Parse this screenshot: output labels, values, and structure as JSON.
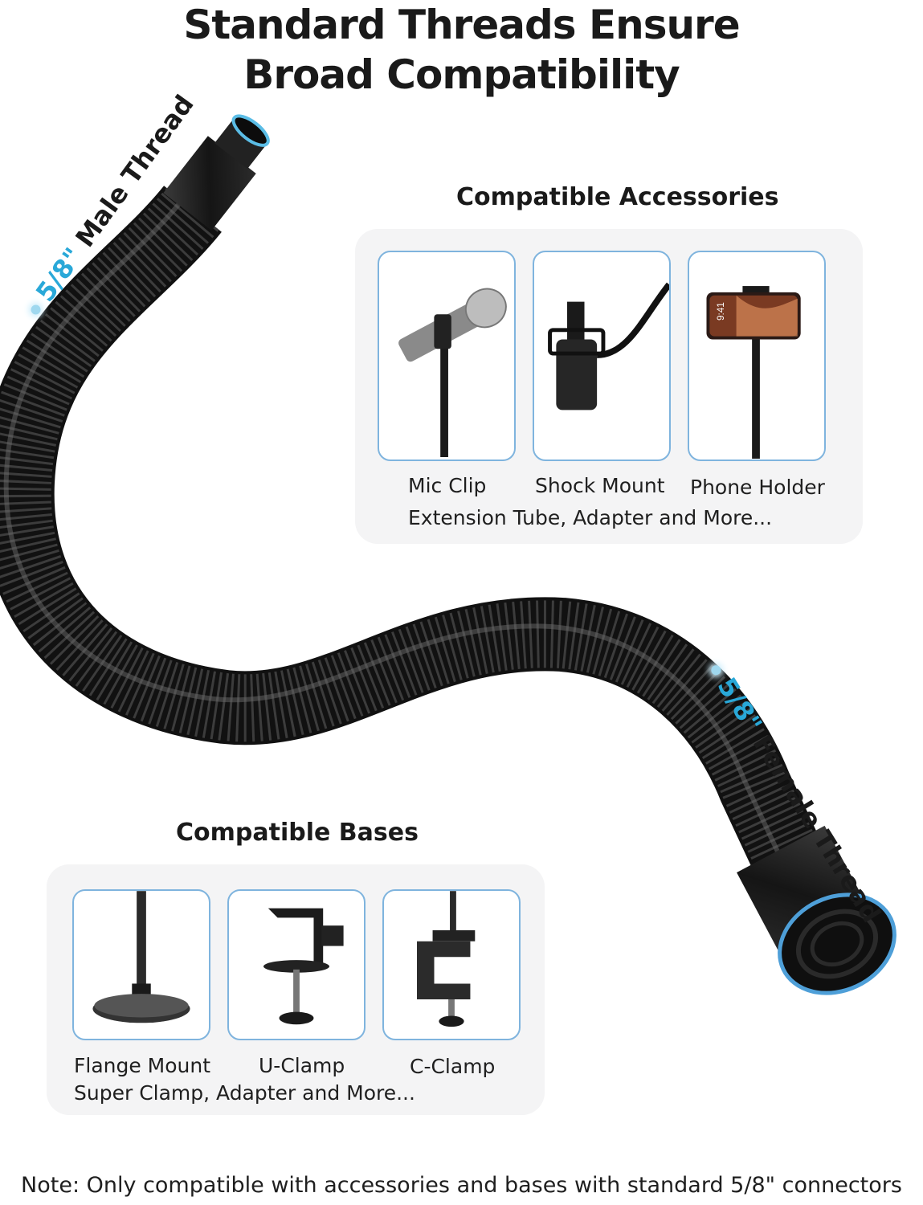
{
  "title": {
    "line1": "Standard Threads Ensure",
    "line2": "Broad Compatibility"
  },
  "male_thread": {
    "size": "5/8\"",
    "text": "Male Thread"
  },
  "female_thread": {
    "size": "5/8\"",
    "text": "Female Thread"
  },
  "accessories": {
    "heading": "Compatible Accessories",
    "items": [
      {
        "label": "Mic Clip",
        "icon": "mic-clip-icon"
      },
      {
        "label": "Shock Mount",
        "icon": "shock-mount-icon"
      },
      {
        "label": "Phone Holder",
        "icon": "phone-holder-icon"
      }
    ],
    "more": "Extension Tube, Adapter and More...",
    "phone_time": "9:41"
  },
  "bases": {
    "heading": "Compatible Bases",
    "items": [
      {
        "label": "Flange Mount",
        "icon": "flange-mount-icon"
      },
      {
        "label": "U-Clamp",
        "icon": "u-clamp-icon"
      },
      {
        "label": "C-Clamp",
        "icon": "c-clamp-icon"
      }
    ],
    "more": "Super Clamp, Adapter and More..."
  },
  "note": "Note: Only compatible with accessories and bases with standard 5/8\" connectors",
  "colors": {
    "accent": "#29a8d8",
    "card_border": "#7fb4de",
    "panel": "#f4f4f5"
  }
}
